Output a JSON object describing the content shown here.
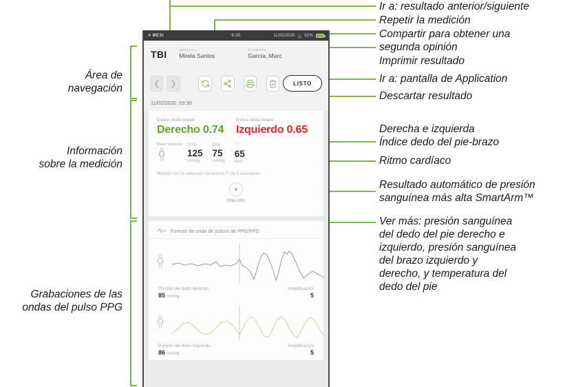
{
  "device": {
    "statusbar": {
      "brand": "MESI",
      "time": "9:35",
      "date": "11/02/2020",
      "wifi_icon": "wifi-icon",
      "battery_text": "92%"
    },
    "header": {
      "title": "TBI",
      "doctor_label": "MÉDICO/A",
      "doctor_name": "Mirela Santos",
      "patient_label": "PACIENTE",
      "patient_name": "García, Marc"
    },
    "toolbar": {
      "prev_icon": "chevron-left-icon",
      "next_icon": "chevron-right-icon",
      "repeat_icon": "refresh-icon",
      "share_icon": "share-icon",
      "print_icon": "print-icon",
      "delete_icon": "trash-icon",
      "done_label": "LISTO"
    },
    "timestamp": "11/02/2020, 09:30",
    "measurement": {
      "right": {
        "label": "Índice dedo-brazo",
        "value": "Derecho 0.74",
        "color": "#5aa62c"
      },
      "left": {
        "label": "Índice dedo-brazo",
        "value": "Izquierdo 0.65",
        "color": "#e8232a"
      },
      "arm_label": "Brazo\nizquierdo",
      "arm_icon": "body-arm-icon",
      "vitals": [
        {
          "caption": "SYS",
          "value": "125",
          "unit": "mmHg"
        },
        {
          "caption": "DIA",
          "value": "75",
          "unit": "mmHg"
        }
      ],
      "heart": {
        "icon": "heart-icon",
        "value": "65",
        "unit": "bpm"
      },
      "note": "Medido con la selección SmartArm™ de 4 brazaletes.",
      "more_info_label": "Más info",
      "more_info_icon": "chevron-down-icon"
    },
    "ppg": {
      "header_icon": "pulse-wave-icon",
      "header_label": "Formas de onda de pulsos de PPG/FPG",
      "blocks": [
        {
          "body_icon": "body-right-foot-icon",
          "pressure_label": "Presión del dedo derecho",
          "pressure_value": "85",
          "pressure_unit": "mmHg",
          "amp_label": "Amplificación",
          "amp_value": "5",
          "trace_color": "#9a9a9a"
        },
        {
          "body_icon": "body-left-foot-icon",
          "pressure_label": "Presión del dedo izquierdo",
          "pressure_value": "86",
          "pressure_unit": "mmHg",
          "amp_label": "Amplificación",
          "amp_value": "5",
          "trace_color": "#c4dba0"
        }
      ]
    }
  },
  "annotations": {
    "left": [
      {
        "text": "Área de\nnavegación"
      },
      {
        "text": "Información\nsobre la medición"
      },
      {
        "text": "Grabaciones de las\nondas del pulso PPG"
      }
    ],
    "right": [
      {
        "text": "Ir a: resultado anterior/siguiente"
      },
      {
        "text": "Repetir la medición"
      },
      {
        "text": "Compartir para obtener una\nsegunda opinión"
      },
      {
        "text": "Imprimir resultado"
      },
      {
        "text": "Ir a: pantalla de Application"
      },
      {
        "text": "Descartar resultado"
      },
      {
        "text": "Derecha e izquierda\nÍndice dedo del pie-brazo"
      },
      {
        "text": "Ritmo cardíaco"
      },
      {
        "text": "Resultado automático de presión\nsanguínea más alta SmartArm™"
      },
      {
        "text": "Ver más: presión sanguínea\ndel dedo del pie derecho e\nizquierdo, presión sanguínea\ndel brazo izquierdo y\nderecho, y temperatura del\ndedo del pie"
      }
    ]
  },
  "colors": {
    "accent": "#7ab648",
    "green": "#5aa62c",
    "red": "#e8232a"
  }
}
